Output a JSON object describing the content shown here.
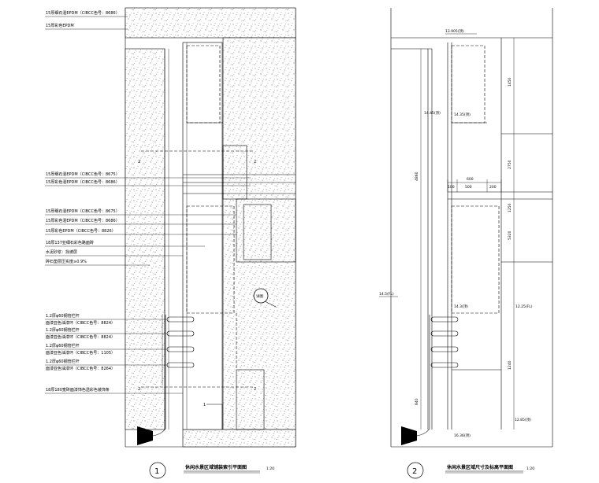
{
  "left": {
    "top_labels": [
      "15厚细石混EPDM（CIBCC色号：8686）",
      "15厚彩色EPDM"
    ],
    "mid_labels_1": [
      "15厚细石混EPDM（CIBCC色号：8675）",
      "15厚彩色混EPDM（CIBCC色号：8686）"
    ],
    "mid_labels_2": [
      "15厚细石混EPDM（CIBCC色号：8675）",
      "15厚彩色混EPDM（CIBCC色号：8686）",
      "15厚彩色EPDM（CIBCC色号：8826）"
    ],
    "note_labels": [
      "18厚137亚细石彩色路面砖",
      "水泥砂浆：找坡层",
      "碎石垫层压实度≥0.9%"
    ],
    "pipe_labels": [
      [
        "1.2厚φ60钢管栏杆",
        "面漆亚色油漆环（CIBCC色号：8824）"
      ],
      [
        "1.2厚φ60钢管栏杆",
        "面漆亚色油漆环（CIBCC色号：8824）"
      ],
      [
        "1.2厚φ60钢管栏杆",
        "面漆亚色油漆环（CIBCC色号：1105）"
      ],
      [
        "1.2厚φ60钢管栏杆",
        "面漆亚色油漆环（CIBCC色号：8264）"
      ]
    ],
    "bottom_label": "18厚180宽砖面漆饰色透彩色装饰条",
    "section_marks": [
      "2",
      "2",
      "2",
      "2"
    ],
    "callout": "1",
    "detail_tag": "详图",
    "number": "1",
    "title": "休闲水景区域铺装索引平面图",
    "scale": "1:20"
  },
  "right": {
    "elevations": [
      "13.905(顶)",
      "14.45(顶)",
      "14.35(顶)",
      "14.5(FL)",
      "14.3(顶)",
      "12.25(FL)",
      "12.85(顶)",
      "16.36(顶)"
    ],
    "dims_top": [
      "600",
      "100",
      "500",
      "200"
    ],
    "dims_vertical": [
      "1450",
      "2750",
      "1250",
      "5320",
      "1240",
      "840"
    ],
    "left_vertical": "4860",
    "number": "2",
    "title": "休闲水景区域尺寸及标高平面图",
    "scale": "1:20"
  },
  "colors": {
    "line": "#000000",
    "hatch": "#555555",
    "background": "#ffffff"
  }
}
